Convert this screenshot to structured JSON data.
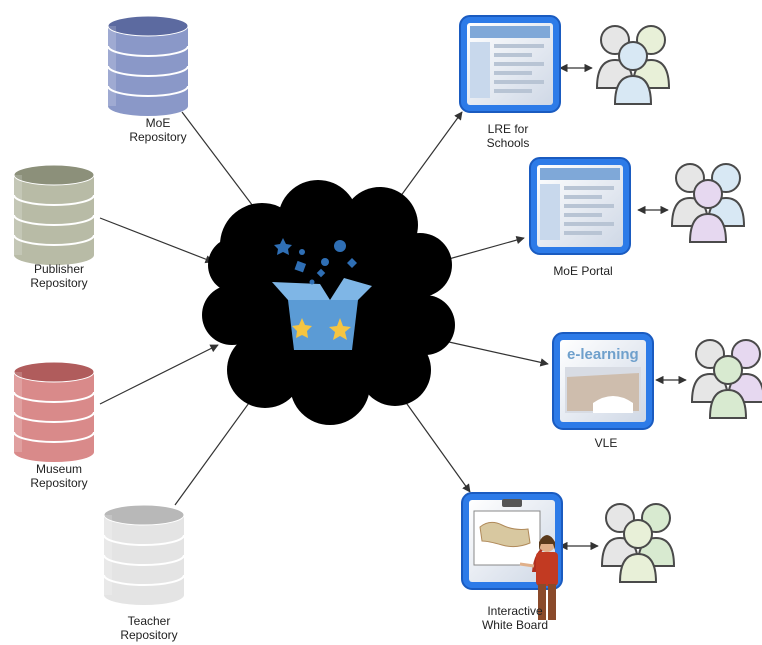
{
  "repositories": [
    {
      "label": "MoE\nRepository",
      "color": "#8a98c8",
      "dark": "#5c6aa0"
    },
    {
      "label": "Publisher\nRepository",
      "color": "#b8bba6",
      "dark": "#8c907a"
    },
    {
      "label": "Museum\nRepository",
      "color": "#d98a8a",
      "dark": "#b05c5c"
    },
    {
      "label": "Teacher\nRepository",
      "color": "#e4e4e4",
      "dark": "#b8b8b8"
    }
  ],
  "services": [
    {
      "label": "LRE for\nSchools",
      "screen_text": ""
    },
    {
      "label": "MoE Portal",
      "screen_text": ""
    },
    {
      "label": "VLE",
      "screen_text": "e-learning"
    },
    {
      "label": "Interactive\nWhite Board",
      "screen_text": ""
    }
  ],
  "colors": {
    "cloud": "#000000",
    "box": "#5b9bd5",
    "star": "#f5c542",
    "shape": "#2f6fb5",
    "monitor_frame": "#2d7be8",
    "users": [
      "#e8f0d8",
      "#d8e8f4",
      "#e6d8f0",
      "#d8ead0"
    ]
  }
}
